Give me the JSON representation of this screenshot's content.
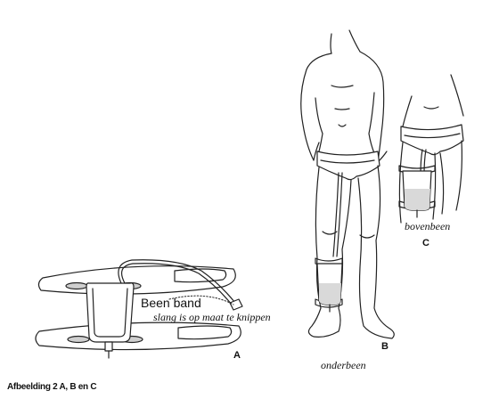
{
  "figure": {
    "label_band": "Been band",
    "label_tube": "slang is op maat te knippen",
    "letter_a": "A",
    "letter_b": "B",
    "letter_c": "C",
    "label_lower_leg": "onderbeen",
    "label_upper_leg": "bovenbeen",
    "caption": "Afbeelding 2 A, B en C"
  },
  "colors": {
    "line": "#222222",
    "fluid": "#d9d9d9",
    "clip": "#cfcfcf"
  }
}
